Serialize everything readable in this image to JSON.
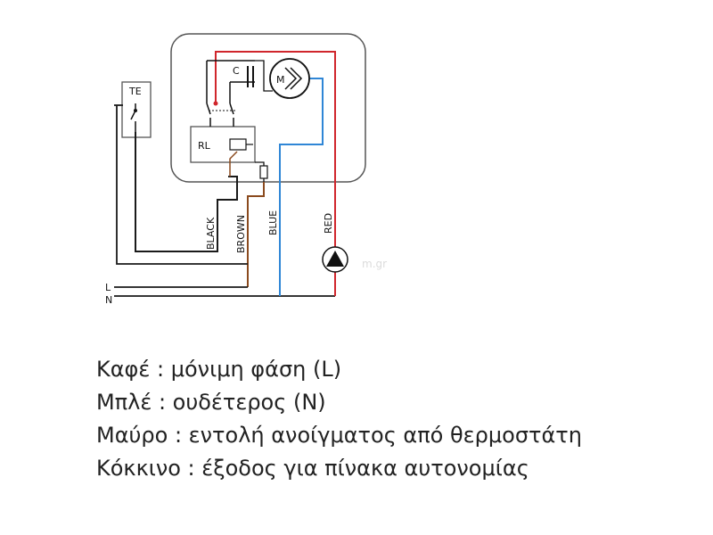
{
  "diagram": {
    "labels": {
      "te": "TE",
      "capacitor": "C",
      "motor": "M",
      "relay": "RL",
      "line": "L",
      "neutral": "N"
    },
    "wire_labels": {
      "black": "BLACK",
      "brown": "BROWN",
      "blue": "BLUE",
      "red": "RED"
    },
    "watermark": "m.gr",
    "colors": {
      "black_wire": "#1a1a1a",
      "brown_wire": "#8b4a1e",
      "blue_wire": "#2f86d6",
      "red_wire": "#d0262c",
      "enclosure": "#555555"
    }
  },
  "legend": [
    "Καφέ : μόνιμη φάση (L)",
    "Μπλέ : ουδέτερος (Ν)",
    "Μαύρο : εντολή ανοίγματος από θερμοστάτη",
    "Κόκκινο : έξοδος για πίνακα αυτονομίας"
  ]
}
